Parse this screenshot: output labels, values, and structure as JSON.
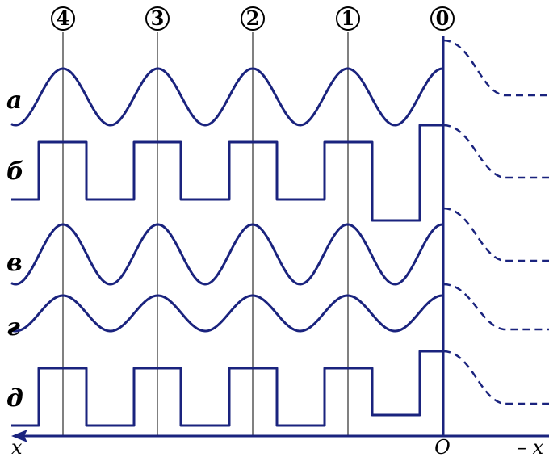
{
  "markers": [
    {
      "id": "4",
      "label": "4"
    },
    {
      "id": "3",
      "label": "3"
    },
    {
      "id": "2",
      "label": "2"
    },
    {
      "id": "1",
      "label": "1"
    },
    {
      "id": "0",
      "label": "0"
    }
  ],
  "rows": [
    {
      "id": "a",
      "label": "а",
      "kind": "sine"
    },
    {
      "id": "b",
      "label": "б",
      "kind": "square"
    },
    {
      "id": "v",
      "label": "в",
      "kind": "sine"
    },
    {
      "id": "g",
      "label": "г",
      "kind": "sine"
    },
    {
      "id": "d",
      "label": "д",
      "kind": "square"
    }
  ],
  "axis": {
    "left_label": "x",
    "origin_label": "O",
    "right_label": "– x"
  },
  "colors": {
    "wave": "#1a237e",
    "axis": "#1a237e",
    "guides": "#000000"
  }
}
